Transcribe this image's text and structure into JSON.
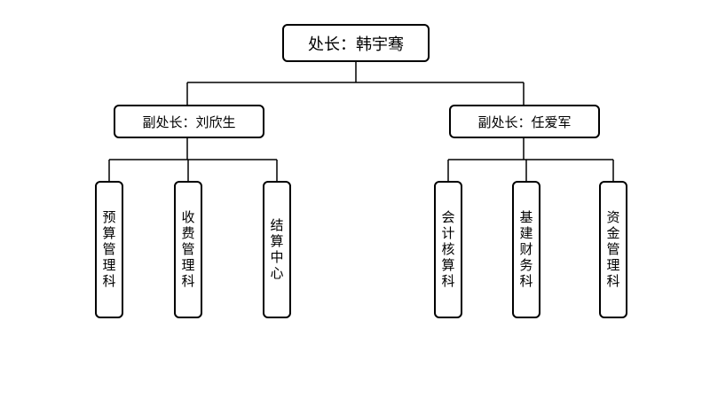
{
  "root": {
    "label": "处长：韩宇骞"
  },
  "deputies": [
    {
      "label": "副处长：刘欣生",
      "departments": [
        "预算管理科",
        "收费管理科",
        "结算中心"
      ]
    },
    {
      "label": "副处长：任爱军",
      "departments": [
        "会计核算科",
        "基建财务科",
        "资金管理科"
      ]
    }
  ],
  "colors": {
    "line": "#000000",
    "box_border": "#000000",
    "background": "#ffffff"
  }
}
